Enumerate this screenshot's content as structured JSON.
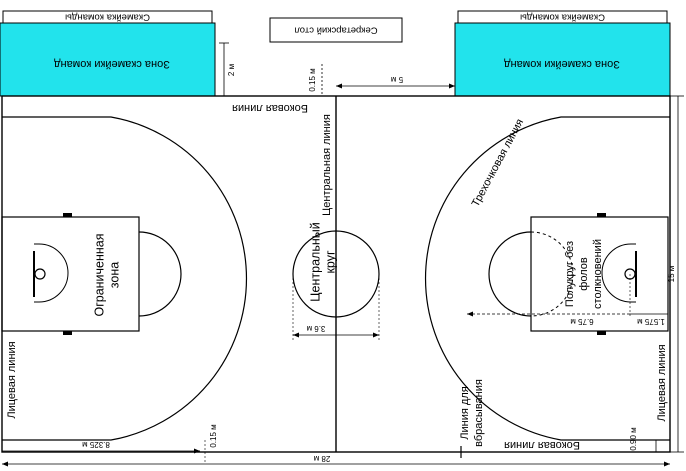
{
  "colors": {
    "bench_zone": "#22e3ec",
    "line": "#000000",
    "background": "#ffffff"
  },
  "labels": {
    "team_bench": "Скамейка команды",
    "team_bench_zone": "Зона скамейки команд",
    "scorer_table": "Секретарский стол",
    "sideline": "Боковая линия",
    "center_line": "Центральная линия",
    "three_point_line": "Трехочковая линия",
    "restricted_zone_1": "Ограниченная",
    "restricted_zone_2": "зона",
    "center_circle_1": "Центральный",
    "center_circle_2": "круг",
    "no_charge_1": "Полукруг без",
    "no_charge_2": "фолов",
    "no_charge_3": "столкновений",
    "endline": "Лицевая линия",
    "throw_in_1": "Линия для",
    "throw_in_2": "вбрасывания"
  },
  "dimensions": {
    "bench_depth": "2 м",
    "table_gap": "0.15 м",
    "bench_dist": "5 м",
    "court_width": "15 м",
    "center_diameter": "3.6 м",
    "three_point_radius": "6.75 м",
    "basket_offset": "1.575 м",
    "three_point_length": "8.325 м",
    "three_point_gap": "0.15 м",
    "corner_gap": "0.90 м",
    "court_length": "28 м"
  }
}
